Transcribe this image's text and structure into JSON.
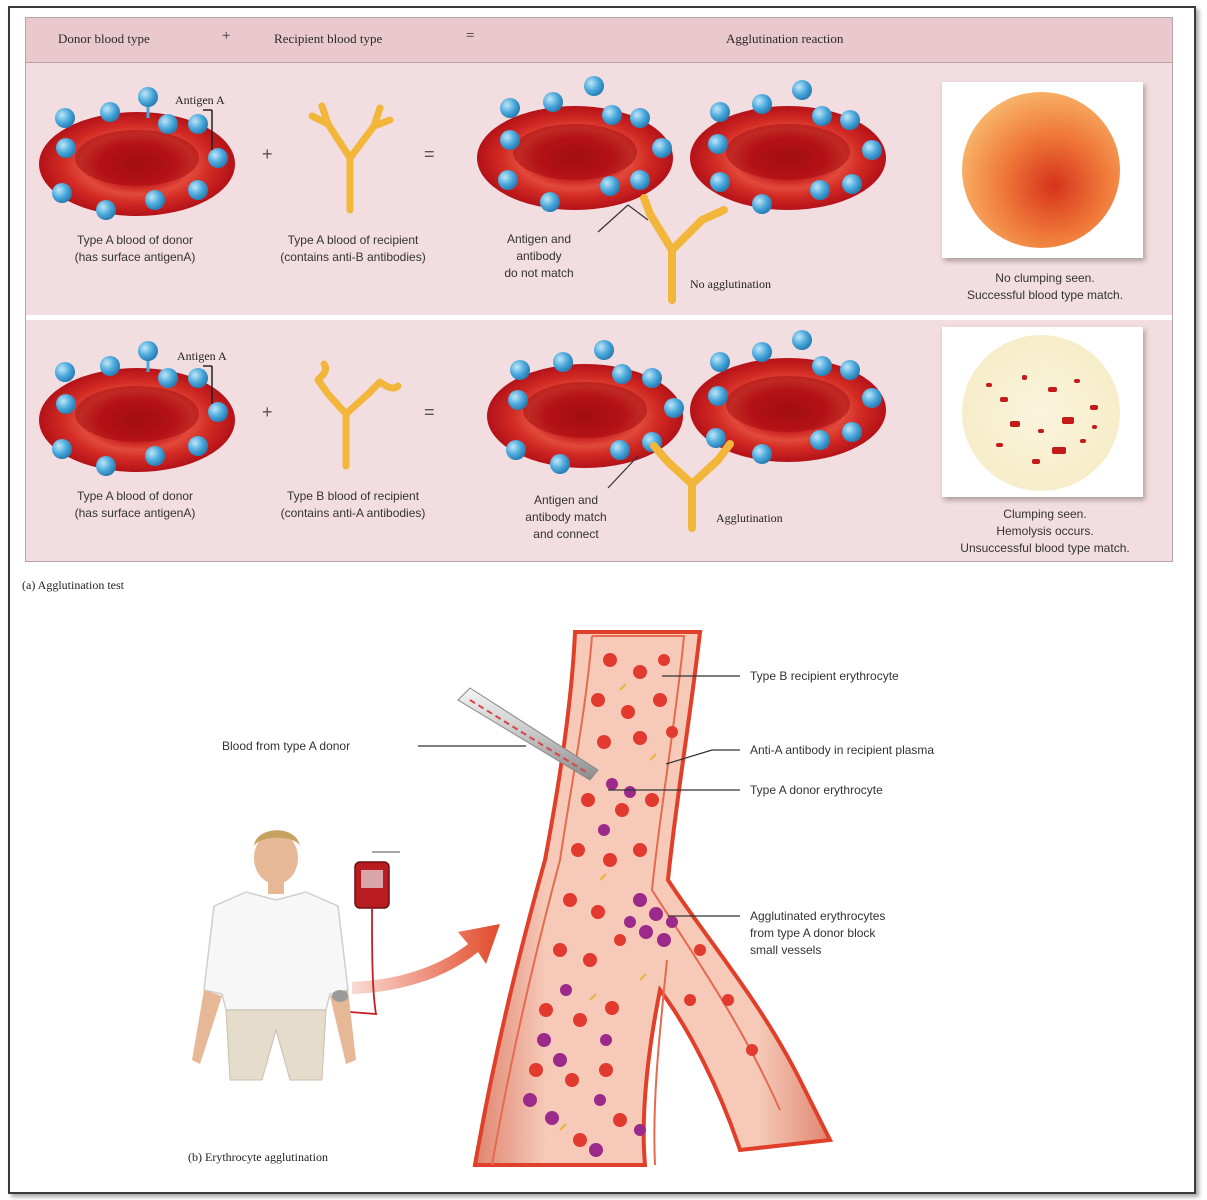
{
  "header": {
    "donor": "Donor blood type",
    "plus": "+",
    "recipient": "Recipient blood type",
    "equals": "=",
    "reaction": "Agglutination reaction"
  },
  "row1": {
    "antigen": "Antigen A",
    "donor_caption": "Type A blood of donor\n(has surface antigenA)",
    "plus": "+",
    "recipient_caption": "Type A blood of recipient\n(contains anti-B antibodies)",
    "equals": "=",
    "match_caption": "Antigen and\nantibody\ndo not match",
    "result": "No agglutination",
    "photo_caption": "No clumping seen.\nSuccessful blood type match."
  },
  "row2": {
    "antigen": "Antigen A",
    "donor_caption": "Type A blood of donor\n(has surface antigenA)",
    "plus": "+",
    "recipient_caption": "Type B blood of recipient\n(contains anti-A antibodies)",
    "equals": "=",
    "match_caption": "Antigen and\nantibody match\nand connect",
    "result": "Agglutination",
    "photo_caption": "Clumping seen.\nHemolysis occurs.\nUnsuccessful blood type match."
  },
  "panel_a_label": "(a) Agglutination test",
  "panel_b": {
    "label": "(b) Erythrocyte agglutination",
    "blood_from": "Blood from type A donor",
    "recipient_erythrocyte": "Type B recipient erythrocyte",
    "anti_a": "Anti-A antibody in recipient plasma",
    "donor_erythrocyte": "Type A donor erythrocyte",
    "agglutinated": "Agglutinated erythrocytes\nfrom type A donor block\nsmall vessels"
  },
  "colors": {
    "panel_bg": "#f2dde0",
    "header_bg": "#e9c9cd",
    "rbc": "#c8141a",
    "antigen": "#4aa8dc",
    "antibody": "#f2b63a"
  }
}
